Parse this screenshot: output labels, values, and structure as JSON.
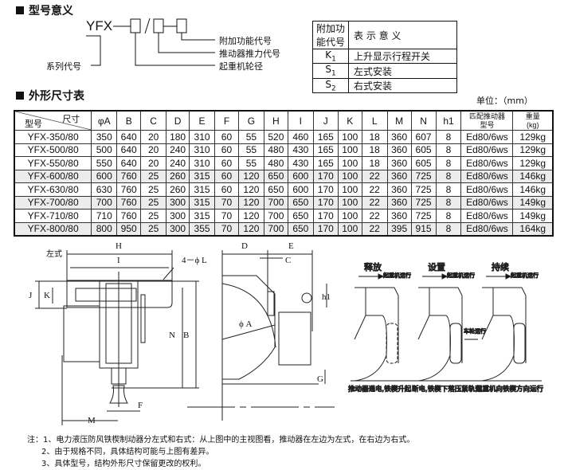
{
  "model_meaning": {
    "title": "型号意义",
    "code_prefix": "YFX",
    "code_sep1": "—",
    "code_slash": "/",
    "code_sep2": "—",
    "labels": {
      "extra_function": "附加功能代号",
      "thruster_force": "推动器推力代号",
      "wheel_diameter": "起重机轮径",
      "series_code": "系列代号"
    },
    "table": {
      "headers": [
        "附加功能代号",
        "表 示 意 义"
      ],
      "rows": [
        {
          "code": "K",
          "sub": "1",
          "meaning": "上升显示行程开关"
        },
        {
          "code": "S",
          "sub": "1",
          "meaning": "左式安装"
        },
        {
          "code": "S",
          "sub": "2",
          "meaning": "右式安装"
        }
      ]
    }
  },
  "dimensions": {
    "title": "外形尺寸表",
    "unit": "单位：（mm）",
    "corner_top": "尺寸",
    "corner_bottom": "型号",
    "columns": [
      "φA",
      "B",
      "C",
      "D",
      "E",
      "F",
      "G",
      "H",
      "I",
      "J",
      "K",
      "L",
      "M",
      "N",
      "h1",
      "匹配推动器\n型号",
      "重量\n(kg)"
    ],
    "rows": [
      [
        "YFX-350/80",
        "350",
        "640",
        "20",
        "180",
        "310",
        "60",
        "55",
        "520",
        "460",
        "165",
        "100",
        "18",
        "360",
        "607",
        "8",
        "Ed80/6ws",
        "129kg"
      ],
      [
        "YFX-500/80",
        "500",
        "640",
        "20",
        "240",
        "310",
        "60",
        "55",
        "480",
        "430",
        "165",
        "100",
        "18",
        "360",
        "605",
        "8",
        "Ed80/6ws",
        "129kg"
      ],
      [
        "YFX-550/80",
        "550",
        "640",
        "20",
        "240",
        "310",
        "60",
        "55",
        "480",
        "430",
        "165",
        "100",
        "18",
        "360",
        "605",
        "8",
        "Ed80/6ws",
        "129kg"
      ],
      [
        "YFX-600/80",
        "600",
        "760",
        "25",
        "260",
        "315",
        "60",
        "120",
        "650",
        "600",
        "170",
        "100",
        "22",
        "360",
        "725",
        "8",
        "Ed80/6ws",
        "146kg"
      ],
      [
        "YFX-630/80",
        "630",
        "760",
        "25",
        "260",
        "315",
        "60",
        "120",
        "650",
        "600",
        "170",
        "100",
        "22",
        "360",
        "725",
        "8",
        "Ed80/6ws",
        "146kg"
      ],
      [
        "YFX-700/80",
        "700",
        "760",
        "25",
        "300",
        "315",
        "70",
        "120",
        "700",
        "650",
        "170",
        "100",
        "22",
        "360",
        "725",
        "8",
        "Ed80/6ws",
        "149kg"
      ],
      [
        "YFX-710/80",
        "710",
        "760",
        "25",
        "300",
        "315",
        "70",
        "120",
        "700",
        "650",
        "170",
        "100",
        "22",
        "360",
        "725",
        "8",
        "Ed80/6ws",
        "149kg"
      ],
      [
        "YFX-800/80",
        "800",
        "950",
        "25",
        "300",
        "355",
        "70",
        "120",
        "700",
        "650",
        "170",
        "100",
        "22",
        "395",
        "915",
        "8",
        "Ed80/6ws",
        "164kg"
      ]
    ]
  },
  "drawing": {
    "left_type": "左式",
    "dims": {
      "H": "H",
      "I": "I",
      "L": "4－ϕ L",
      "J": "J",
      "K": "K",
      "N": "N",
      "B": "B",
      "M": "M",
      "F": "F",
      "D": "D",
      "E": "E",
      "C": "C",
      "h1": "h1",
      "A": "ϕ A",
      "G": "G"
    },
    "states": [
      {
        "title": "释放",
        "dir": "起重机运行",
        "caption": "推动器通电,铁楔升起"
      },
      {
        "title": "设置",
        "dir": "起重机运行",
        "caption": "断电,铁楔下落压紧轨道"
      },
      {
        "title": "持续",
        "dir": "起重机运行",
        "caption": "起重机向铁楔方向运行"
      }
    ],
    "wheel_dir": "车轮运行"
  },
  "notes": [
    "注：1、电力液压防风铁楔制动器分左式和右式：从上图中的主视图看，推动器在左边为左式，在右边为右式。",
    "2、由于规格不同，具体结构可能与上图有差异。",
    "3、具体型号，结构外形尺寸保留更改的权利。"
  ]
}
